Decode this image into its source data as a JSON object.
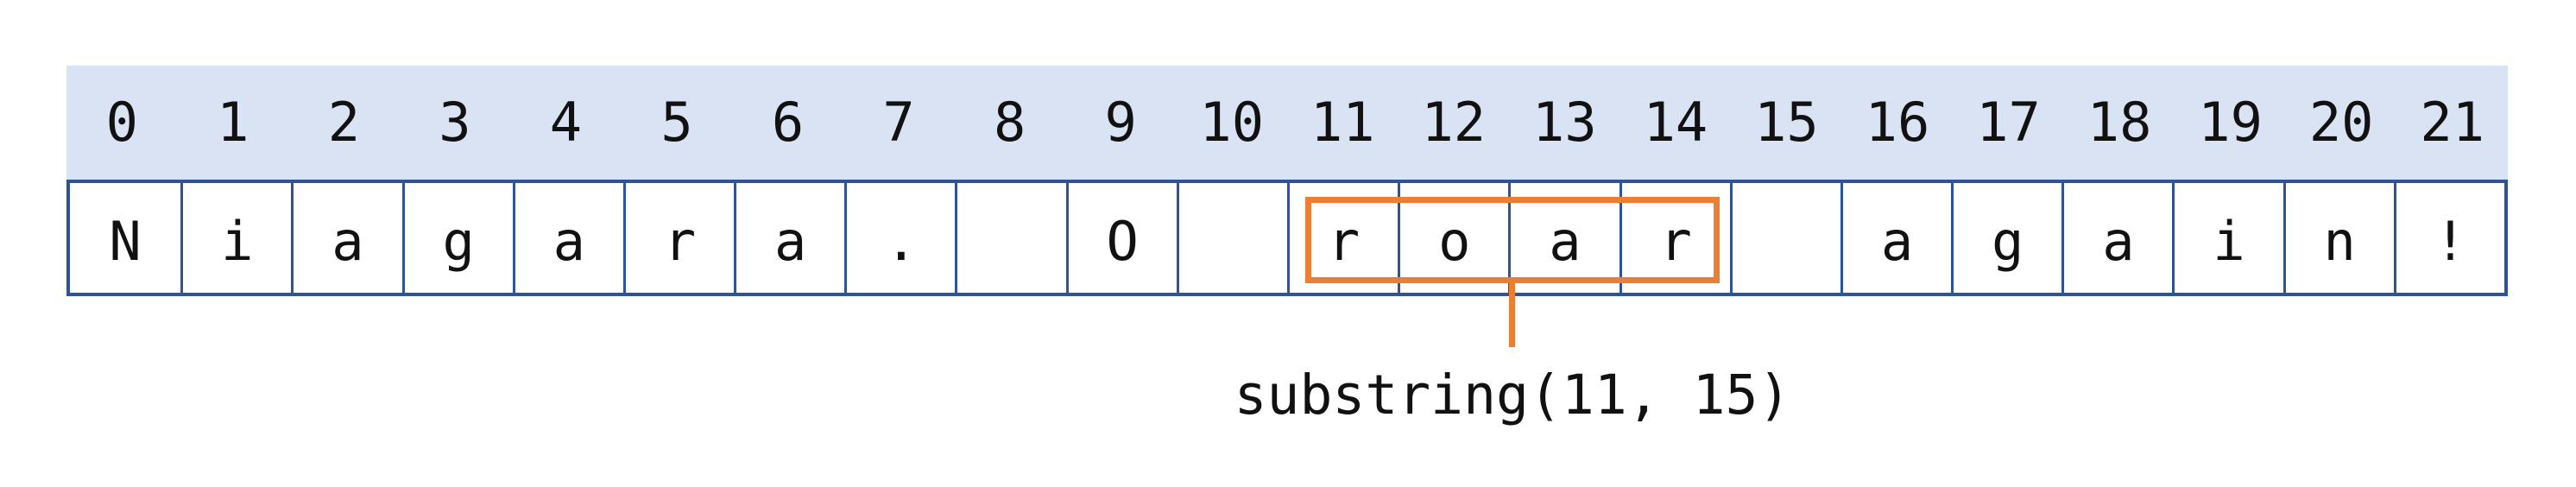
{
  "colors": {
    "header_bg": "#dae3f3",
    "grid_border": "#2f5496",
    "highlight": "#ed7d31",
    "text": "#111111",
    "page_bg": "#ffffff"
  },
  "string_table": {
    "indices": [
      "0",
      "1",
      "2",
      "3",
      "4",
      "5",
      "6",
      "7",
      "8",
      "9",
      "10",
      "11",
      "12",
      "13",
      "14",
      "15",
      "16",
      "17",
      "18",
      "19",
      "20",
      "21"
    ],
    "characters": [
      "N",
      "i",
      "a",
      "g",
      "a",
      "r",
      "a",
      ".",
      " ",
      "O",
      " ",
      "r",
      "o",
      "a",
      "r",
      " ",
      "a",
      "g",
      "a",
      "i",
      "n",
      "!"
    ]
  },
  "annotation": {
    "label": "substring(11, 15)",
    "highlight_range": [
      11,
      14
    ]
  }
}
